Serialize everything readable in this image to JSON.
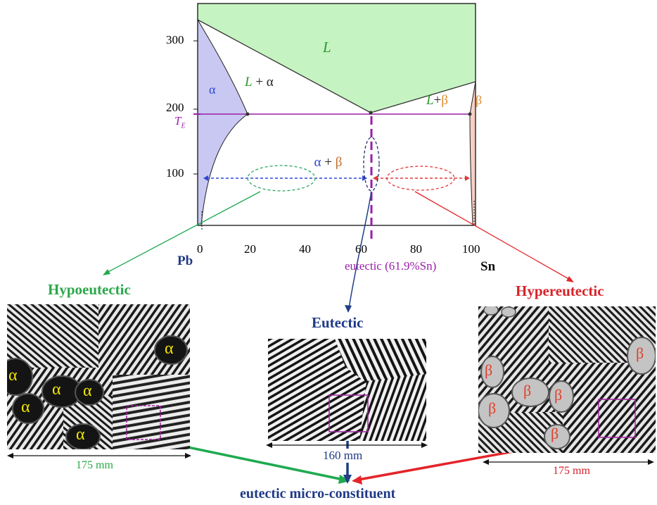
{
  "phase_diagram": {
    "y_ticks": [
      "300",
      "200",
      "100"
    ],
    "x_ticks": [
      "0",
      "20",
      "40",
      "60",
      "80",
      "100"
    ],
    "te_label": "T",
    "te_sub": "E",
    "region_L": "L",
    "region_alpha": "α",
    "region_L_alpha_L": "L",
    "region_L_alpha_rest": " + α",
    "region_alpha_beta_a": "α",
    "region_alpha_beta_plus": " + ",
    "region_alpha_beta_b": "β",
    "region_L_beta_L": "L",
    "region_L_beta_plus": "+",
    "region_L_beta_b": "β",
    "region_beta": "β",
    "left_element": "Pb",
    "right_element": "Sn",
    "eutectic_note": "eutectic (61.9%Sn)"
  },
  "panels": {
    "hypo_title": "Hypoeutectic",
    "eut_title": "Eutectic",
    "hyper_title": "Hypereutectic",
    "hypo_scale": "175 mm",
    "eut_scale": "160 mm",
    "hyper_scale": "175 mm",
    "alpha_label": "α",
    "beta_label": "β"
  },
  "bottom_label": "eutectic micro-constituent",
  "colors": {
    "liquid": "#c6f3c2",
    "alpha": "#c8c8f2",
    "beta": "#f7cfc4",
    "purple": "#9a1fa8",
    "green_arrow": "#1faa4f",
    "red_arrow": "#e4242a",
    "blue_arrow": "#1f3e86",
    "navy_title": "#1f3a86"
  }
}
